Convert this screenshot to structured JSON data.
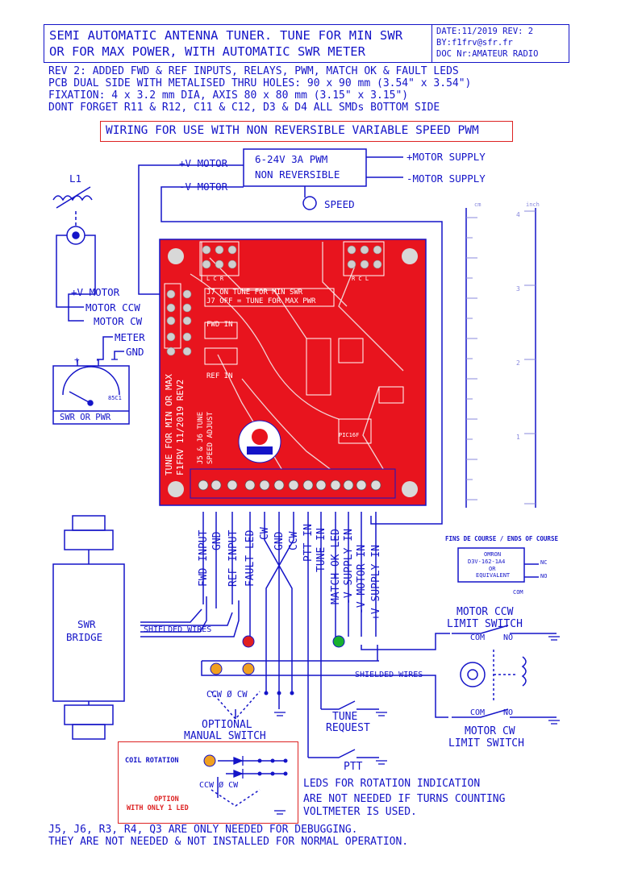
{
  "title": {
    "line1": "SEMI AUTOMATIC ANTENNA TUNER. TUNE FOR MIN SWR",
    "line2": "OR FOR MAX POWER, WITH AUTOMATIC SWR METER",
    "date": "DATE:11/2019  REV: 2",
    "by": "BY:f1frv@sfr.fr",
    "doc": "DOC Nr:AMATEUR RADIO"
  },
  "notes": [
    "REV 2: ADDED FWD & REF INPUTS, RELAYS, PWM, MATCH OK & FAULT LEDS",
    "PCB DUAL SIDE WITH METALISED THRU HOLES: 90 x 90 mm  (3.54\" x 3.54\")",
    "FIXATION: 4 x 3.2 mm DIA, AXIS 80 x 80 mm (3.15\" x 3.15\")",
    "DONT FORGET R11 & R12, C11 & C12, D3 & D4   ALL SMDs BOTTOM SIDE"
  ],
  "wiring_title": "WIRING FOR USE WITH NON REVERSIBLE VARIABLE SPEED PWM",
  "pwm": {
    "line1": "6-24V 3A  PWM",
    "line2": "NON REVERSIBLE",
    "plus_motor": "+V MOTOR",
    "minus_motor": "-V MOTOR",
    "plus_supply": "+MOTOR SUPPLY",
    "minus_supply": "-MOTOR SUPPLY",
    "speed": "SPEED"
  },
  "left": {
    "coil": "L1",
    "plus_motor": "+V MOTOR",
    "motor_ccw": "MOTOR CCW",
    "motor_cw": "MOTOR CW",
    "meter": "METER",
    "gnd": "GND",
    "meter_plus": "+",
    "meter_minus": "-",
    "meter_label": "SWR OR PWR",
    "meter_tag": "85C1"
  },
  "pcb": {
    "j7_on": "J7 ON   TUNE FOR MIN SWR",
    "j7_off": "J7 OFF = TUNE FOR MAX PWR",
    "fwd_in": "FWD IN",
    "ref_in": "REF IN",
    "vertical1": "TUNE FOR MIN OR MAX",
    "vertical2": "F1FRV 11/2019 REV2",
    "vertical3": "J5 & J6 TUNE",
    "vertical4": "SPEED ADJUST",
    "left_header": "L C R",
    "right_header": "R C L",
    "ic_label": "PIC16F"
  },
  "terminals": [
    "FWD INPUT",
    "GND",
    "REF INPUT",
    "FAULT LED",
    "CW",
    "GND",
    "CCW",
    "PTT IN",
    "TUNE IN",
    "MATCH OK LED",
    "-V SUPPLY IN",
    "-V MOTOR IN",
    "+V SUPPLY IN"
  ],
  "bridge": {
    "label1": "SWR",
    "label2": "BRIDGE",
    "shielded1": "SHIELDED WIRES",
    "shielded2": "SHIELDED WIRES"
  },
  "limit": {
    "header": "FINS DE COURSE / ENDS OF COURSE",
    "relay1": "OMRON",
    "relay2": "D3V-162-1A4",
    "relay3": "OR",
    "relay4": "EQUIVALENT",
    "nc": "NC",
    "no": "NO",
    "com": "COM",
    "ccw_title1": "MOTOR CCW",
    "ccw_title2": "LIMIT SWITCH",
    "cw_title1": "MOTOR CW",
    "cw_title2": "LIMIT SWITCH",
    "com_label": "COM",
    "no_label": "NO"
  },
  "switches": {
    "ccw0cw": "CCW Ø CW",
    "optional1": "OPTIONAL",
    "optional2": "MANUAL SWITCH",
    "tune1": "TUNE",
    "tune2": "REQUEST",
    "ptt": "PTT"
  },
  "option": {
    "coil_rotation": "COIL ROTATION",
    "ccw0cw": "CCW Ø CW",
    "opt1": "OPTION",
    "opt2": "WITH ONLY 1 LED"
  },
  "leds_note": [
    "LEDS FOR ROTATION INDICATION",
    "ARE NOT NEEDED IF TURNS COUNTING",
    "VOLTMETER IS USED."
  ],
  "footer": [
    "J5, J6, R3, R4, Q3  ARE ONLY NEEDED FOR DEBUGGING.",
    "THEY ARE NOT NEEDED & NOT INSTALLED FOR NORMAL OPERATION."
  ],
  "ruler": {
    "left_label": "cm",
    "right_label": "inch",
    "right_ticks": [
      "4",
      "3",
      "2",
      "1"
    ]
  },
  "colors": {
    "ink": "#1414c8",
    "pcb": "#e8141e",
    "border_red": "#dd2222",
    "led_red": "#e02020",
    "led_green": "#18b030",
    "led_orange": "#f0a020"
  }
}
